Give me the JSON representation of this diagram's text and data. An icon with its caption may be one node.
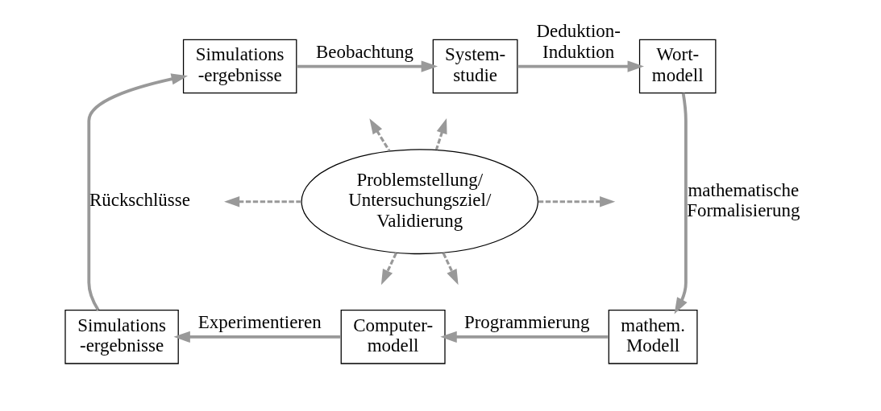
{
  "diagram": {
    "nodes": [
      {
        "text": [
          "Simulations -ergebnisse"
        ]
      },
      {
        "text": [
          "System- studie"
        ]
      },
      {
        "text": [
          "Wort- modell"
        ]
      },
      {
        "text": [
          "Problemstellung/ Untersuchungsziel/ Validierung"
        ]
      },
      {
        "text": [
          "Simulations -ergebnisse"
        ]
      },
      {
        "text": [
          "Computer- modell"
        ]
      },
      {
        "text": [
          "mathem. Modell"
        ]
      }
    ],
    "edges": [
      {
        "from": 0,
        "to": 1,
        "arrow": "to",
        "label": "Beobachtung"
      },
      {
        "from": 1,
        "to": 2,
        "arrow": "to",
        "label": "Deduktion- Induktion"
      },
      {
        "from": 2,
        "to": 6,
        "arrow": "to",
        "label": "mathematische Formalisierung"
      },
      {
        "from": 6,
        "to": 5,
        "arrow": "to",
        "label": "Programmierung"
      },
      {
        "from": 5,
        "to": 4,
        "arrow": "to",
        "label": "Experimentieren"
      },
      {
        "from": 4,
        "to": 0,
        "arrow": "to",
        "label": "Rückschlüsse"
      },
      {
        "from": 3,
        "to": null,
        "arrow": "to",
        "style": "dashed"
      },
      {
        "from": 3,
        "to": null,
        "arrow": "to",
        "style": "dashed"
      },
      {
        "from": 3,
        "to": null,
        "arrow": "to",
        "style": "dashed"
      },
      {
        "from": 3,
        "to": null,
        "arrow": "to",
        "style": "dashed"
      },
      {
        "from": 3,
        "to": null,
        "arrow": "to",
        "style": "dashed"
      },
      {
        "from": 3,
        "to": null,
        "arrow": "to",
        "style": "dashed"
      }
    ]
  }
}
